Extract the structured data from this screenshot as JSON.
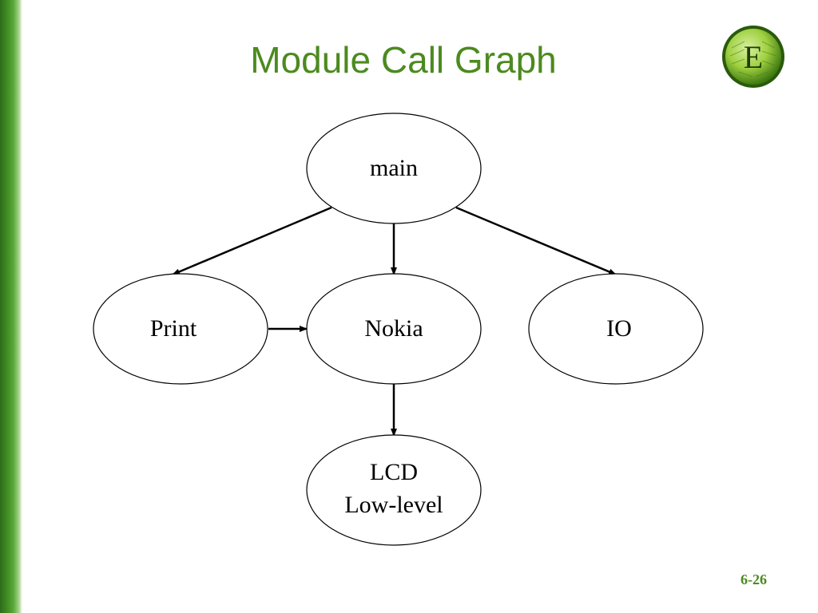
{
  "slide": {
    "title": "Module Call Graph",
    "slide_number": "6-26",
    "logo_letter": "E",
    "logo_icon": "texas-e-logo-icon"
  },
  "colors": {
    "accent_green": "#4c8a1f",
    "bar_dark": "#2f6b1a",
    "bar_light": "#a6d48c"
  },
  "diagram": {
    "nodes": {
      "main": {
        "label": "main"
      },
      "print": {
        "label": "Print"
      },
      "nokia": {
        "label": "Nokia"
      },
      "io": {
        "label": "IO"
      },
      "lcd": {
        "line1": "LCD",
        "line2": "Low-level"
      }
    },
    "edges": [
      {
        "from": "main",
        "to": "print"
      },
      {
        "from": "main",
        "to": "nokia"
      },
      {
        "from": "main",
        "to": "io"
      },
      {
        "from": "print",
        "to": "nokia"
      },
      {
        "from": "nokia",
        "to": "lcd"
      }
    ]
  }
}
